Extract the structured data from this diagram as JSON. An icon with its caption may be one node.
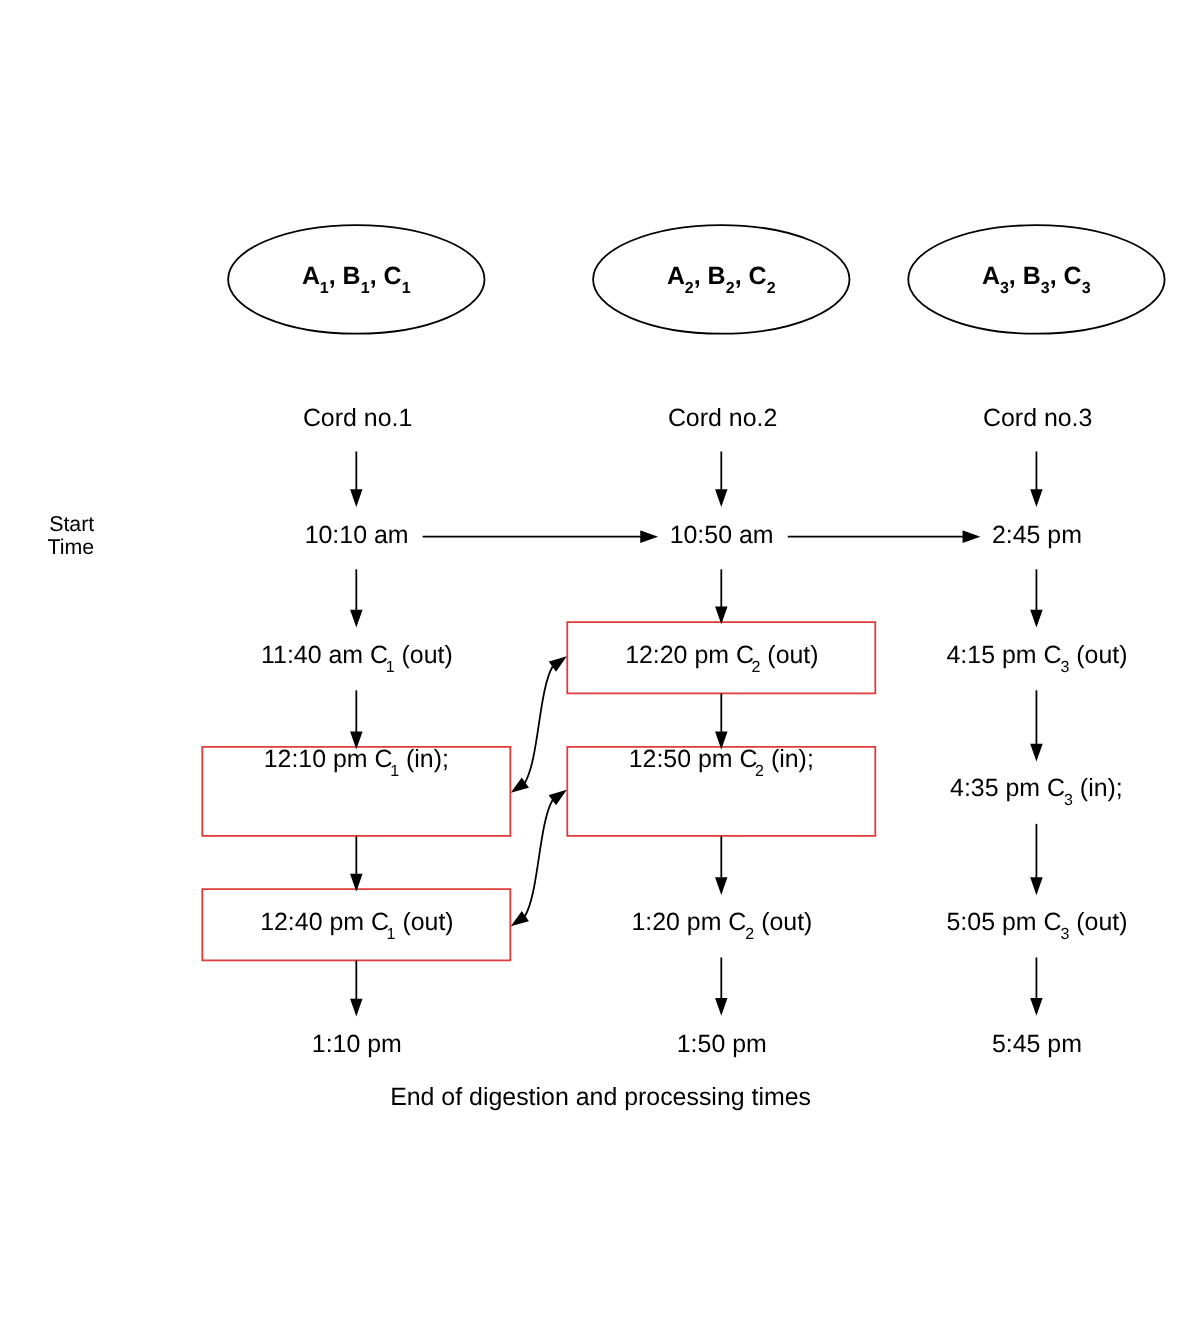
{
  "diagram": {
    "caption": "End of digestion and processing times",
    "nodes": [
      {
        "text": [
          "A$_{1}$, B$_{1}$, C$_{1}$"
        ]
      },
      {
        "text": [
          "A$_{2}$, B$_{2}$, C$_{2}$"
        ]
      },
      {
        "text": [
          "A$_{3}$, B$_{3}$, C$_{3}$"
        ]
      },
      {
        "text": [
          "Cord no.1"
        ]
      },
      {
        "text": [
          "Cord no.2"
        ]
      },
      {
        "text": [
          "Cord no.3"
        ]
      },
      {
        "text": [
          "10:10 am"
        ]
      },
      {
        "text": [
          "10:50 am"
        ]
      },
      {
        "text": [
          "2:45 pm"
        ]
      },
      {
        "text": [
          "11:40 am C$_{1}$ (out)"
        ]
      },
      {
        "text": [
          "12:20 pm C$_{2}$ (out)"
        ]
      },
      {
        "text": [
          "4:15 pm C$_{3}$ (out)"
        ]
      },
      {
        "text": [
          "12:10 pm C$_{1}$ (in);"
        ]
      },
      {
        "text": [
          "12:50 pm C$_{2}$ (in);"
        ]
      },
      {
        "text": [
          "4:35 pm C$_{3}$ (in);"
        ]
      },
      {
        "text": [
          "12:40 pm C$_{1}$ (out)"
        ]
      },
      {
        "text": [
          "1:20 pm C$_{2}$ (out)"
        ]
      },
      {
        "text": [
          "5:05 pm C$_{3}$ (out)"
        ]
      },
      {
        "text": [
          "1:10 pm"
        ]
      },
      {
        "text": [
          "1:50 pm"
        ]
      },
      {
        "text": [
          "5:45 pm"
        ]
      }
    ],
    "edges": [
      {
        "from": 3,
        "to": 6,
        "arrow": "to"
      },
      {
        "from": 4,
        "to": 7,
        "arrow": "to"
      },
      {
        "from": 5,
        "to": 8,
        "arrow": "to"
      },
      {
        "from": 6,
        "to": 7,
        "arrow": "to"
      },
      {
        "from": 7,
        "to": 8,
        "arrow": "to"
      },
      {
        "from": 6,
        "to": 9,
        "arrow": "to"
      },
      {
        "from": 7,
        "to": 10,
        "arrow": "to"
      },
      {
        "from": 8,
        "to": 11,
        "arrow": "to"
      },
      {
        "from": 9,
        "to": 12,
        "arrow": "to"
      },
      {
        "from": 10,
        "to": 13,
        "arrow": "to"
      },
      {
        "from": 11,
        "to": 14,
        "arrow": "to"
      },
      {
        "from": 12,
        "to": 15,
        "arrow": "to"
      },
      {
        "from": 13,
        "to": 16,
        "arrow": "to"
      },
      {
        "from": 14,
        "to": 17,
        "arrow": "to"
      },
      {
        "from": 15,
        "to": 18,
        "arrow": "to"
      },
      {
        "from": 16,
        "to": 19,
        "arrow": "to"
      },
      {
        "from": 17,
        "to": 20,
        "arrow": "to"
      },
      {
        "from": 10,
        "to": 12,
        "arrow": "both"
      },
      {
        "from": 13,
        "to": 15,
        "arrow": "both"
      }
    ],
    "labels": [
      "Start Time"
    ]
  }
}
